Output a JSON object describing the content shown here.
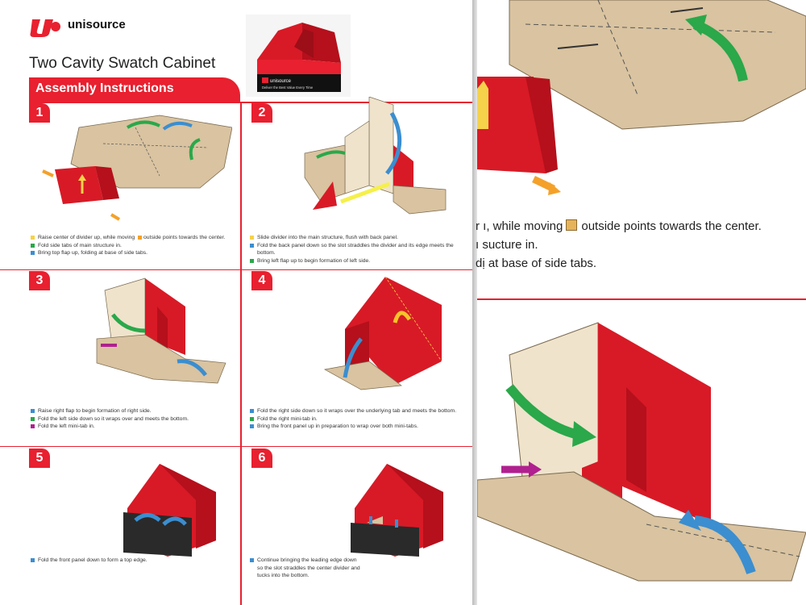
{
  "brand": {
    "name": "unisource"
  },
  "page_title": "Two Cavity Swatch Cabinet",
  "box_photo": {
    "brand": "unisource",
    "tagline": "Deliver the Best Value Every Time"
  },
  "section_title": "Assembly Instructions",
  "steps": [
    {
      "number": "1",
      "instructions": [
        {
          "text": "Raise center of divider up, while moving",
          "color": "#f5d24a",
          "suffix": "outside points towards the center.",
          "suffix_color": "#f4a12a"
        },
        {
          "text": "Fold side tabs of main structure in.",
          "color": "#2aa84a"
        },
        {
          "text": "Bring top flap up, folding at base of side tabs.",
          "color": "#3b8ed0"
        }
      ]
    },
    {
      "number": "2",
      "instructions": [
        {
          "text": "Slide divider into the main structure, flush with back panel.",
          "color": "#f5d24a"
        },
        {
          "text": "Fold the back panel down so the slot straddles the divider and its edge meets the bottom.",
          "color": "#3b8ed0"
        },
        {
          "text": "Bring left flap up to begin formation of left side.",
          "color": "#2aa84a"
        }
      ]
    },
    {
      "number": "3",
      "instructions": [
        {
          "text": "Raise right flap to begin formation of right side.",
          "color": "#3b8ed0"
        },
        {
          "text": "Fold the left side down so it wraps over and meets the bottom.",
          "color": "#2aa84a"
        },
        {
          "text": "Fold the left mini-tab in.",
          "color": "#b0208f"
        }
      ]
    },
    {
      "number": "4",
      "instructions": [
        {
          "text": "Fold the right side down so it wraps over the underlying tab and meets the bottom.",
          "color": "#3b8ed0"
        },
        {
          "text": "Fold the right mini-tab in.",
          "color": "#2aa84a"
        },
        {
          "text": "Bring the front panel up in preparation to wrap over both mini-tabs.",
          "color": "#3b8ed0"
        }
      ]
    },
    {
      "number": "5",
      "instructions": [
        {
          "text": "Fold the front panel down to form a top edge.",
          "color": "#3b8ed0"
        }
      ]
    },
    {
      "number": "6",
      "instructions": [
        {
          "text": "Continue bringing the leading edge down so the slot straddles the center divider and tucks into the bottom.",
          "color": "#3b8ed0"
        }
      ]
    }
  ],
  "zoom": {
    "line1_a": "r ı, while moving",
    "line1_b": "outside points towards the center.",
    "line2": "ı sucture in.",
    "line3": "dị at base of side tabs."
  }
}
